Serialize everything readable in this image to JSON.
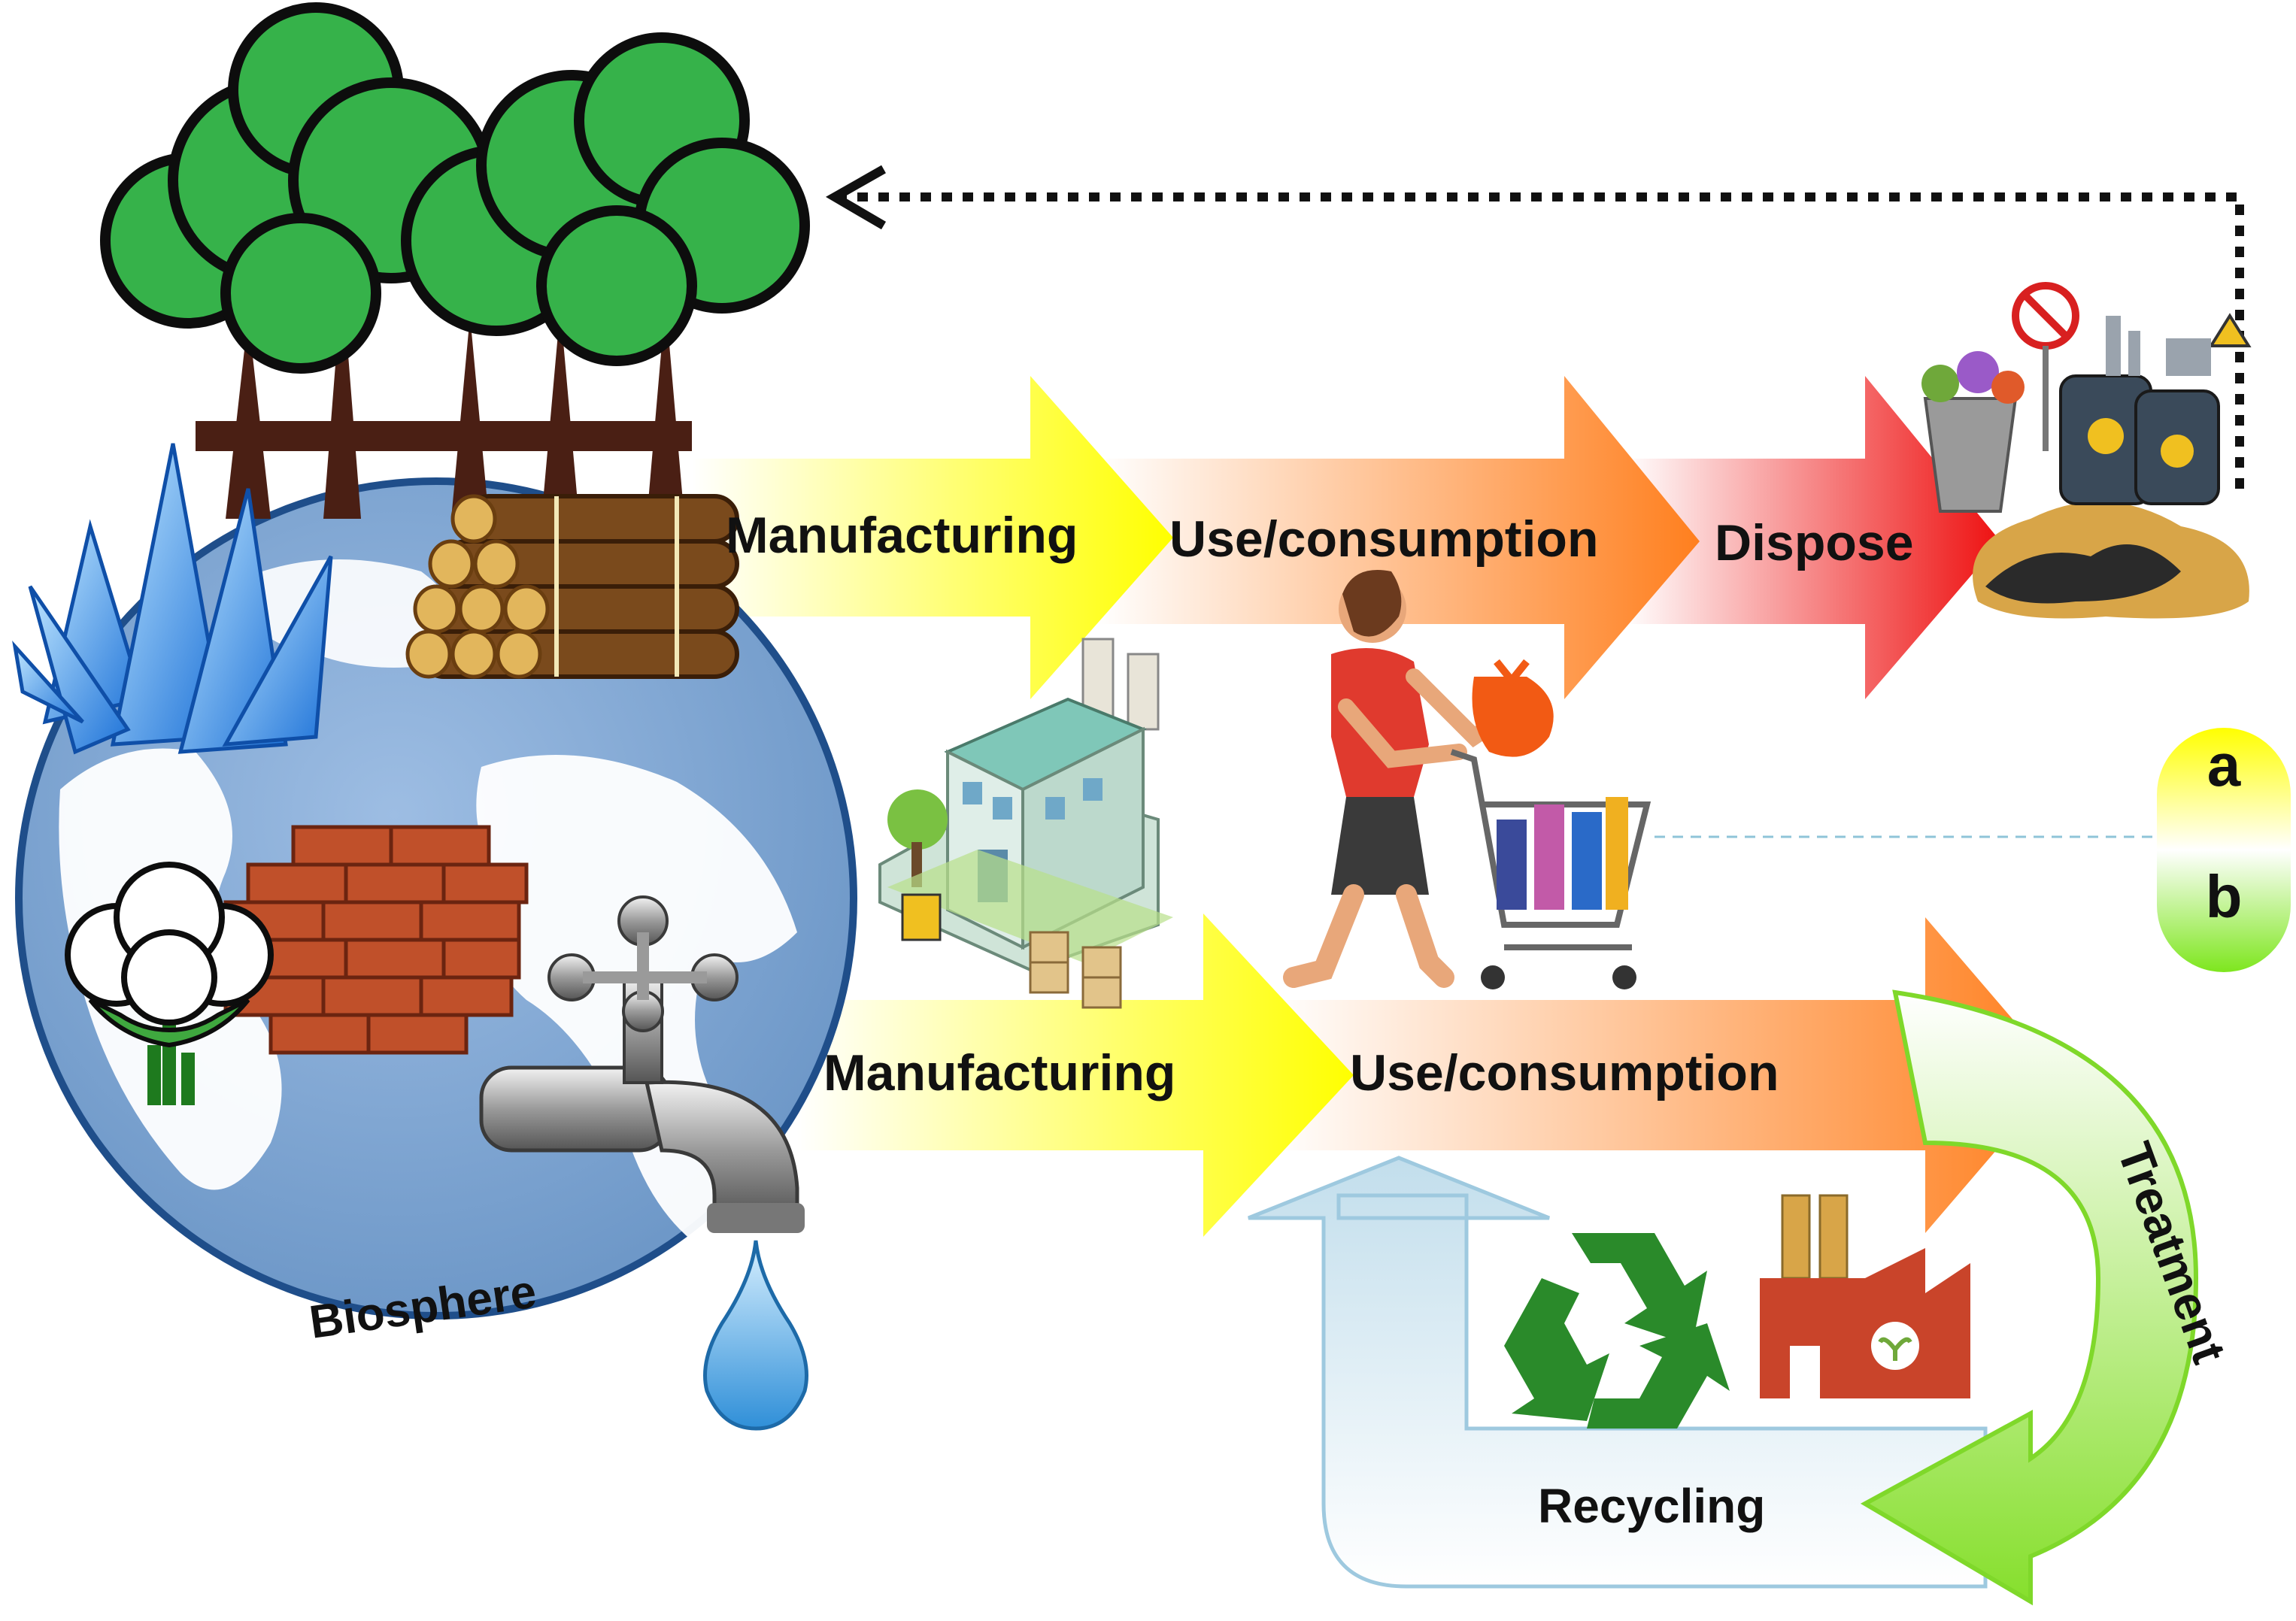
{
  "row_a": {
    "stages": [
      "Manufacturing",
      "Use/consumption",
      "Dispose"
    ],
    "marker": "a"
  },
  "row_b": {
    "stages": [
      "Manufacturing",
      "Use/consumption"
    ],
    "marker": "b"
  },
  "loop": {
    "treatment_label": "Treatment",
    "recycling_label": "Recycling"
  },
  "earth": {
    "label": "Biosphere"
  },
  "colors": {
    "manufacturing": "#ffff00",
    "use": "#ff8a1f",
    "dispose": "#ee1111",
    "treatment_loop": "#8ee03a",
    "recycling_loop": "#cde6f2",
    "ocean": "#7ea7d6",
    "land": "#ffffff",
    "tree_green": "#2fae3c",
    "recycle_green": "#2a8a2a",
    "factory_red": "#c9442a"
  },
  "icons": [
    "tree-icon",
    "crystal-icon",
    "log-pile-icon",
    "brick-wall-icon",
    "cotton-icon",
    "water-tap-icon",
    "water-drop-icon",
    "factory-building-icon",
    "shopper-icon",
    "landfill-icon",
    "recycle-icon",
    "green-factory-icon"
  ]
}
